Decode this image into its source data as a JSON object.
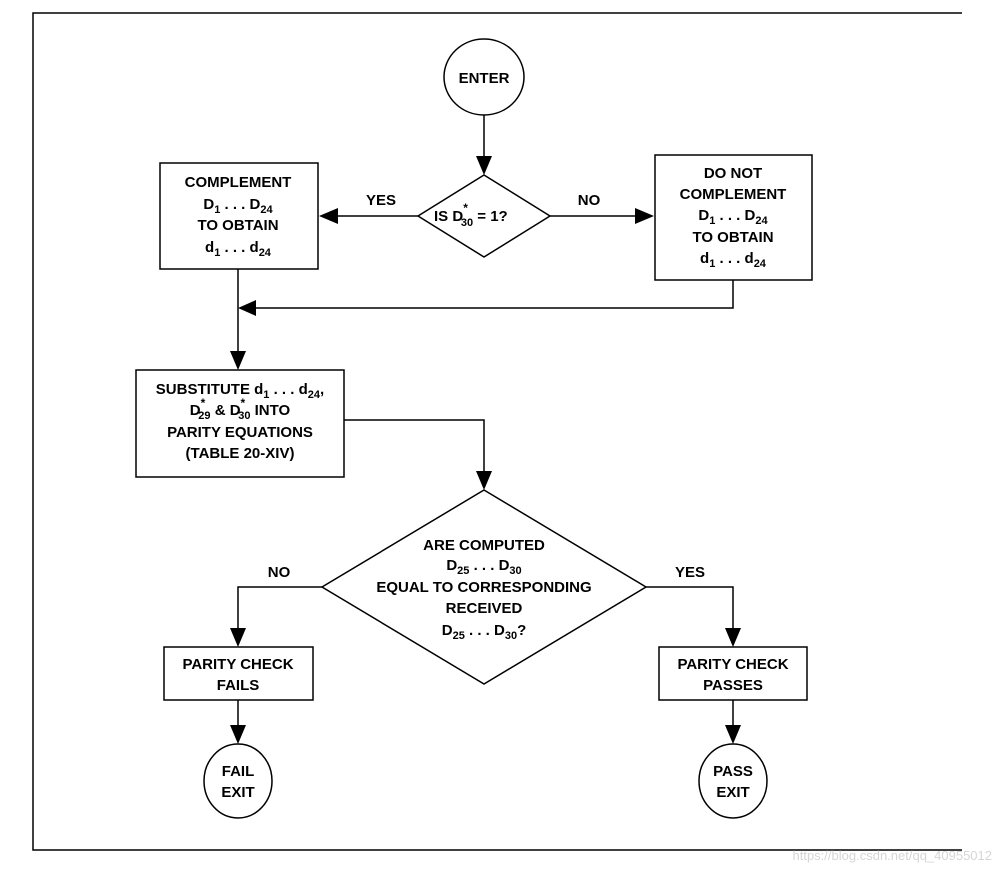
{
  "enter": "ENTER",
  "decision1": {
    "pre": "IS D",
    "sub": "30",
    "sup": "*",
    "post": " = 1?"
  },
  "yes1": "YES",
  "no1": "NO",
  "complement": {
    "line1": "COMPLEMENT",
    "line2": {
      "a": "D",
      "a_sub": "1",
      "mid": " . . . D",
      "b_sub": "24"
    },
    "line3": "TO OBTAIN",
    "line4": {
      "a": "d",
      "a_sub": "1",
      "mid": " . . . d",
      "b_sub": "24"
    }
  },
  "no_complement": {
    "line1": "DO NOT",
    "line2": "COMPLEMENT",
    "line3": {
      "a": "D",
      "a_sub": "1",
      "mid": " . . . D",
      "b_sub": "24"
    },
    "line4": "TO OBTAIN",
    "line5": {
      "a": "d",
      "a_sub": "1",
      "mid": " . . . d",
      "b_sub": "24"
    }
  },
  "substitute": {
    "line1": {
      "a": "SUBSTITUTE d",
      "a_sub": "1",
      "mid": " . . . d",
      "b_sub": "24",
      "end": ","
    },
    "line2": {
      "a": "D",
      "a_sub": "29",
      "a_sup": "*",
      "mid": " & D",
      "b_sub": "30",
      "b_sup": "*",
      "end": " INTO"
    },
    "line3": "PARITY EQUATIONS",
    "line4": "(TABLE 20-XIV)"
  },
  "decision2": {
    "line1": "ARE COMPUTED",
    "line2": {
      "a": "D",
      "a_sub": "25",
      "mid": " . . . D",
      "b_sub": "30"
    },
    "line3": "EQUAL TO CORRESPONDING",
    "line4": "RECEIVED",
    "line5": {
      "a": "D",
      "a_sub": "25",
      "mid": " . . . D",
      "b_sub": "30",
      "end": "?"
    }
  },
  "no2": "NO",
  "yes2": "YES",
  "fail_box": {
    "line1": "PARITY CHECK",
    "line2": "FAILS"
  },
  "pass_box": {
    "line1": "PARITY CHECK",
    "line2": "PASSES"
  },
  "fail_exit": {
    "line1": "FAIL",
    "line2": "EXIT"
  },
  "pass_exit": {
    "line1": "PASS",
    "line2": "EXIT"
  },
  "watermark": "https://blog.csdn.net/qq_40955012"
}
